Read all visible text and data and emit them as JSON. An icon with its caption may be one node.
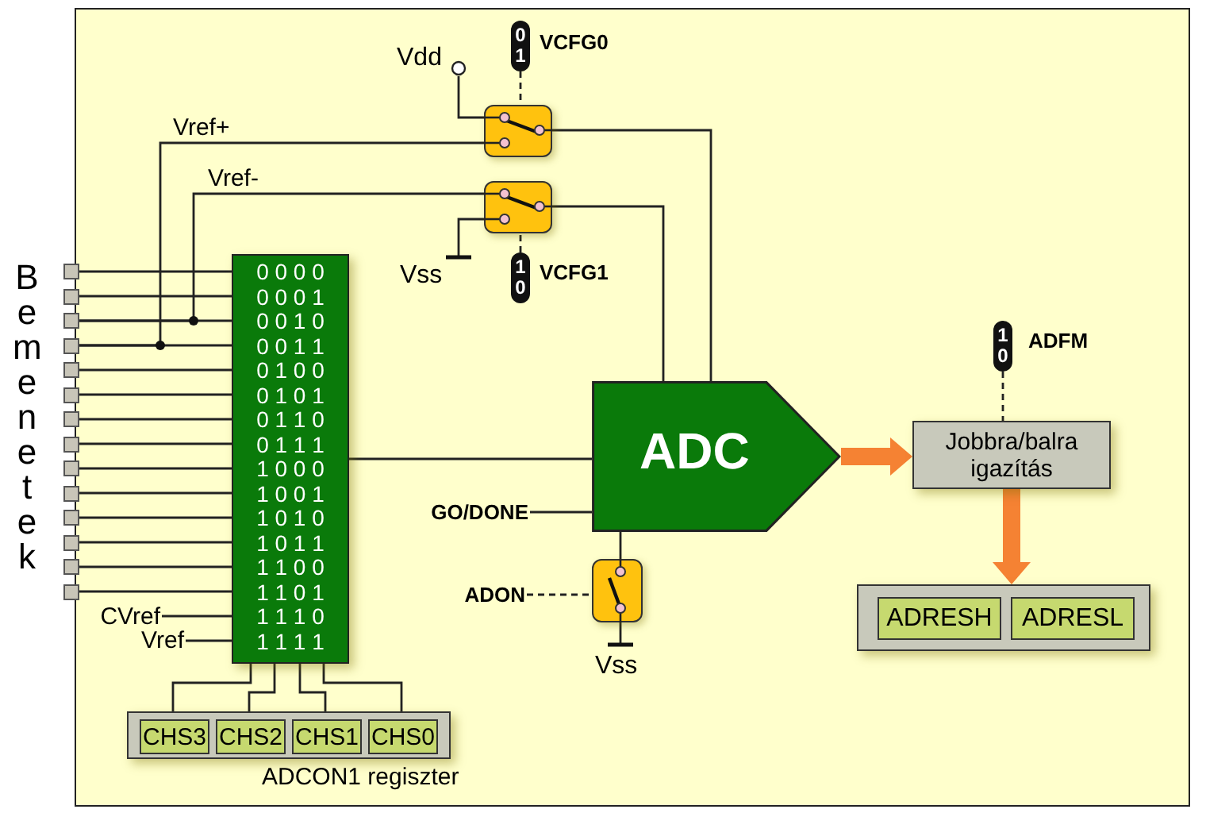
{
  "diagram": {
    "nodes": [
      {
        "text": [
          "0",
          "1"
        ],
        "beside": [
          "VCFG0"
        ]
      },
      {
        "text": [
          "Vdd"
        ]
      },
      {
        "text": [],
        "shape": "switch"
      },
      {
        "text": [],
        "shape": "switch"
      },
      {
        "text": [
          "Vss"
        ]
      },
      {
        "text": [
          "1",
          "0"
        ],
        "beside": [
          "VCFG1"
        ]
      },
      {
        "text": [],
        "shape": "box"
      },
      {
        "text": [],
        "shape": "box"
      },
      {
        "text": [],
        "shape": "box"
      },
      {
        "text": [],
        "shape": "box"
      },
      {
        "text": [],
        "shape": "box"
      },
      {
        "text": [],
        "shape": "box"
      },
      {
        "text": [],
        "shape": "box"
      },
      {
        "text": [],
        "shape": "box"
      },
      {
        "text": [],
        "shape": "box"
      },
      {
        "text": [],
        "shape": "box"
      },
      {
        "text": [],
        "shape": "box"
      },
      {
        "text": [],
        "shape": "box"
      },
      {
        "text": [],
        "shape": "box"
      },
      {
        "text": [],
        "shape": "box"
      },
      {
        "text": [
          "0 0 0 0",
          "0 0 0 1",
          "0 0 1 0",
          "0 0 1 1",
          "0 1 0 0",
          "0 1 0 1",
          "0 1 1 0",
          "0 1 1 1",
          "1 0 0 0",
          "1 0 0 1",
          "1 0 1 0",
          "1 0 1 1",
          "1 1 0 0",
          "1 1 0 1",
          "1 1 1 0",
          "1 1 1 1"
        ]
      },
      {
        "text": [
          "1",
          "0"
        ],
        "beside": [
          "ADFM"
        ]
      },
      {
        "text": [
          "ADC"
        ]
      },
      {
        "text": [
          "Jobbra/balra igazítás"
        ]
      },
      {
        "text": [
          "GO/DONE"
        ]
      },
      {
        "text": [
          "ADON"
        ]
      },
      {
        "text": [],
        "shape": "switch"
      },
      {
        "text": [
          "Vss"
        ]
      },
      {
        "text": [],
        "shape": "box"
      },
      {
        "text": [
          "ADRESH"
        ],
        "in": 28
      },
      {
        "text": [
          "ADRESL"
        ],
        "in": 28
      },
      {
        "text": [
          "CVref"
        ]
      },
      {
        "text": [
          "Vref"
        ]
      },
      {
        "text": [
          "ADCON1 regiszter"
        ]
      },
      {
        "text": [
          "CHS3"
        ],
        "in": 33
      },
      {
        "text": [
          "CHS2"
        ],
        "in": 33
      },
      {
        "text": [
          "CHS1"
        ],
        "in": 33
      },
      {
        "text": [
          "CHS0"
        ],
        "in": 33
      }
    ],
    "edges": [
      {
        "from": 6,
        "to": 20,
        "arrow": "none"
      },
      {
        "from": 7,
        "to": 20,
        "arrow": "none"
      },
      {
        "from": 8,
        "to": 20,
        "arrow": "none"
      },
      {
        "from": 9,
        "to": 20,
        "arrow": "none"
      },
      {
        "from": 10,
        "to": 20,
        "arrow": "none"
      },
      {
        "from": 11,
        "to": 20,
        "arrow": "none"
      },
      {
        "from": 12,
        "to": 20,
        "arrow": "none"
      },
      {
        "from": 13,
        "to": 20,
        "arrow": "none"
      },
      {
        "from": 14,
        "to": 20,
        "arrow": "none"
      },
      {
        "from": 15,
        "to": 20,
        "arrow": "none"
      },
      {
        "from": 16,
        "to": 20,
        "arrow": "none"
      },
      {
        "from": 17,
        "to": 20,
        "arrow": "none"
      },
      {
        "from": 18,
        "to": 20,
        "arrow": "none"
      },
      {
        "from": 19,
        "to": 20,
        "arrow": "none"
      },
      {
        "from": 9,
        "to": 2,
        "arrow": "none",
        "label": "Vref+"
      },
      {
        "from": 8,
        "to": 3,
        "arrow": "none",
        "label": "Vref-"
      },
      {
        "from": 1,
        "to": 2,
        "arrow": "none"
      },
      {
        "from": 4,
        "to": 3,
        "arrow": "none"
      },
      {
        "from": 2,
        "to": 22,
        "arrow": "none"
      },
      {
        "from": 3,
        "to": 22,
        "arrow": "none"
      },
      {
        "from": 0,
        "to": 2,
        "arrow": "none",
        "style": "dashed"
      },
      {
        "from": 5,
        "to": 3,
        "arrow": "none",
        "style": "dashed"
      },
      {
        "from": 31,
        "to": 20,
        "arrow": "none"
      },
      {
        "from": 32,
        "to": 20,
        "arrow": "none"
      },
      {
        "from": 20,
        "to": 22,
        "arrow": "none"
      },
      {
        "from": 20,
        "to": 34,
        "arrow": "none"
      },
      {
        "from": 20,
        "to": 35,
        "arrow": "none"
      },
      {
        "from": 20,
        "to": 36,
        "arrow": "none"
      },
      {
        "from": 20,
        "to": 37,
        "arrow": "none"
      },
      {
        "from": 24,
        "to": 22,
        "arrow": "none"
      },
      {
        "from": 25,
        "to": 26,
        "arrow": "none",
        "style": "dashed"
      },
      {
        "from": 22,
        "to": 26,
        "arrow": "none"
      },
      {
        "from": 26,
        "to": 27,
        "arrow": "none"
      },
      {
        "from": 22,
        "to": 23,
        "arrow": "to",
        "style": "thick",
        "color": "#f58233"
      },
      {
        "from": 23,
        "to": 28,
        "arrow": "to",
        "style": "thick",
        "color": "#f58233"
      },
      {
        "from": 21,
        "to": 23,
        "arrow": "none",
        "style": "dashed"
      }
    ],
    "labels": [
      "Bemenetek"
    ]
  }
}
